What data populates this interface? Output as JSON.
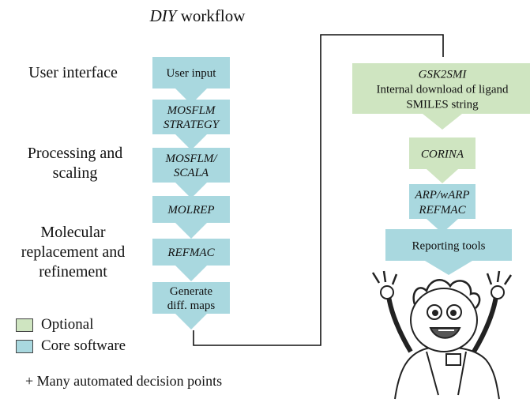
{
  "title": {
    "italic": "DIY",
    "rest": "workflow"
  },
  "stages": [
    {
      "line1": "User interface",
      "line2": ""
    },
    {
      "line1": "Processing and",
      "line2": "scaling"
    },
    {
      "line1": "Molecular",
      "line2": "replacement and",
      "line3": "refinement"
    }
  ],
  "core_steps": [
    {
      "lines": [
        "User input"
      ],
      "italic": false
    },
    {
      "lines": [
        "MOSFLM",
        "STRATEGY"
      ],
      "italic": true
    },
    {
      "lines": [
        "MOSFLM/",
        "SCALA"
      ],
      "italic": true
    },
    {
      "lines": [
        "MOLREP"
      ],
      "italic": true
    },
    {
      "lines": [
        "REFMAC"
      ],
      "italic": true
    },
    {
      "lines": [
        "Generate",
        "diff. maps"
      ],
      "italic": false
    }
  ],
  "right_steps": [
    {
      "lines": [
        "GSK2SMI",
        "Internal download of ligand",
        "SMILES string"
      ],
      "italic_first": true,
      "kind": "optional"
    },
    {
      "lines": [
        "CORINA"
      ],
      "italic_first": true,
      "kind": "optional"
    },
    {
      "lines": [
        "ARP/wARP",
        "REFMAC"
      ],
      "italic_first": true,
      "italic_all": true,
      "kind": "core"
    },
    {
      "lines": [
        "Reporting tools"
      ],
      "italic_first": false,
      "kind": "core"
    }
  ],
  "legend": [
    {
      "label": "Optional",
      "color": "#cfe5c1"
    },
    {
      "label": "Core software",
      "color": "#a9d8df"
    }
  ],
  "note": "+ Many automated decision points",
  "colors": {
    "core": "#a9d8df",
    "optional": "#cfe5c1",
    "connector": "#111111"
  },
  "illustration": "cartoon-scientist"
}
